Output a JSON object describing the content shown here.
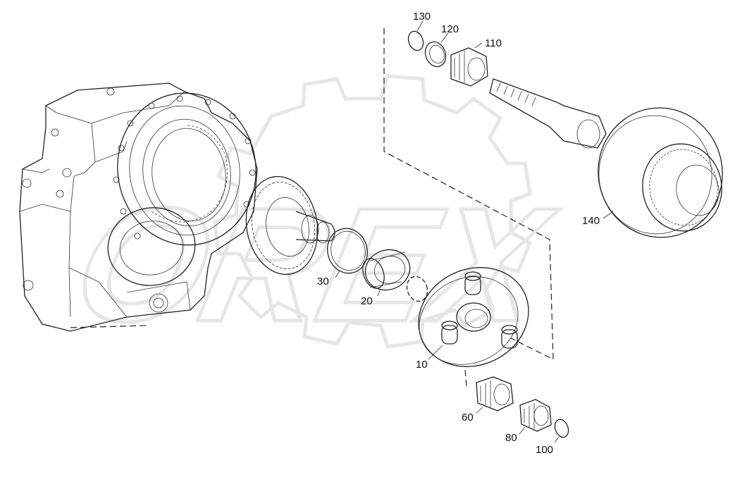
{
  "watermark": "OREX",
  "callouts": [
    {
      "id": "10",
      "text": "10"
    },
    {
      "id": "20",
      "text": "20"
    },
    {
      "id": "30",
      "text": "30"
    },
    {
      "id": "60",
      "text": "60"
    },
    {
      "id": "80",
      "text": "80"
    },
    {
      "id": "100",
      "text": "100"
    },
    {
      "id": "110",
      "text": "110"
    },
    {
      "id": "120",
      "text": "120"
    },
    {
      "id": "130",
      "text": "130"
    },
    {
      "id": "140",
      "text": "140"
    }
  ]
}
